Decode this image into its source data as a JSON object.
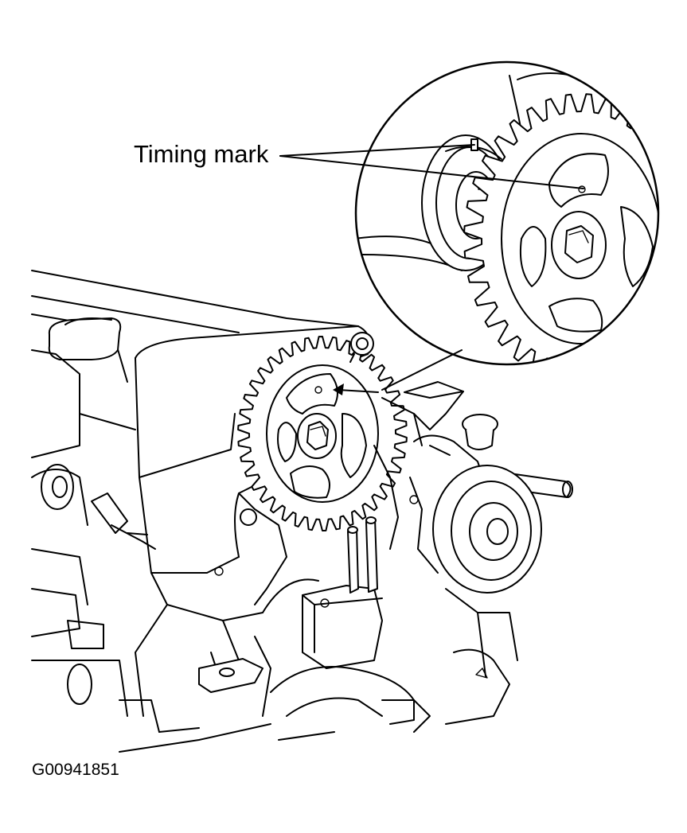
{
  "callout": {
    "label": "Timing mark"
  },
  "figure": {
    "code": "G00941851"
  },
  "sprocket": {
    "teeth": 38
  },
  "detail": {
    "teeth": 36
  },
  "colors": {
    "ink": "#000000",
    "paper": "#ffffff"
  }
}
